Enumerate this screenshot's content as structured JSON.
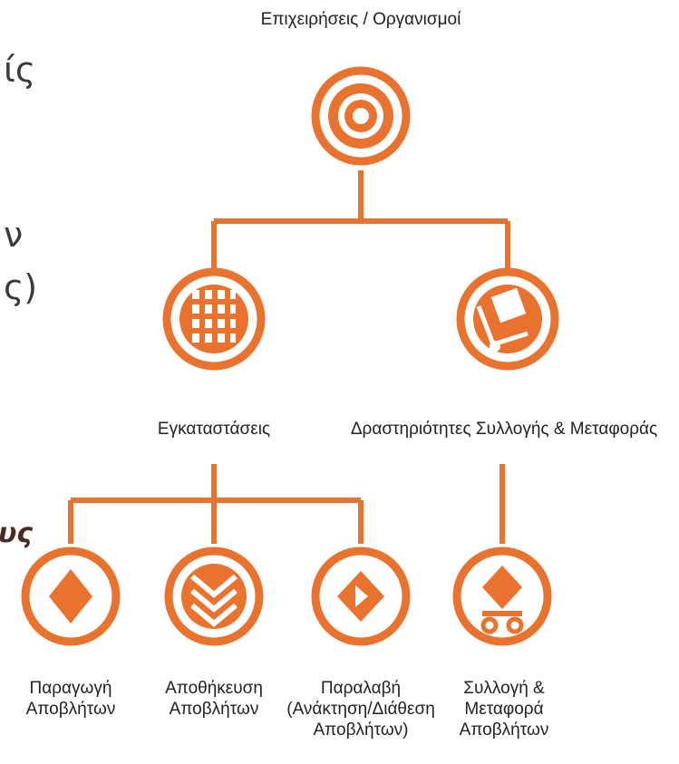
{
  "background_fragments": [
    "ίς",
    "ν",
    "ς)",
    "υς"
  ],
  "accent_color": "#e8722e",
  "root": {
    "label": "Επιχειρήσεις / Οργανισμοί",
    "icon": "target-icon"
  },
  "level2": [
    {
      "label": "Εγκαταστάσεις",
      "icon": "building-grid-icon"
    },
    {
      "label": "Δραστηριότητες Συλλογής & Μεταφοράς",
      "icon": "hand-truck-icon"
    }
  ],
  "level3": [
    {
      "lines": [
        "Παραγωγή",
        "Αποβλήτων"
      ],
      "icon": "diamond-icon"
    },
    {
      "lines": [
        "Αποθήκευση",
        "Αποβλήτων"
      ],
      "icon": "chevron-stack-icon"
    },
    {
      "lines": [
        "Παραλαβή",
        "(Ανάκτηση/Διάθεση",
        "Αποβλήτων)"
      ],
      "icon": "diamond-arrow-icon"
    },
    {
      "lines": [
        "Συλλογή &",
        "Μεταφορά",
        "Αποβλήτων"
      ],
      "icon": "diamond-cart-icon"
    }
  ]
}
